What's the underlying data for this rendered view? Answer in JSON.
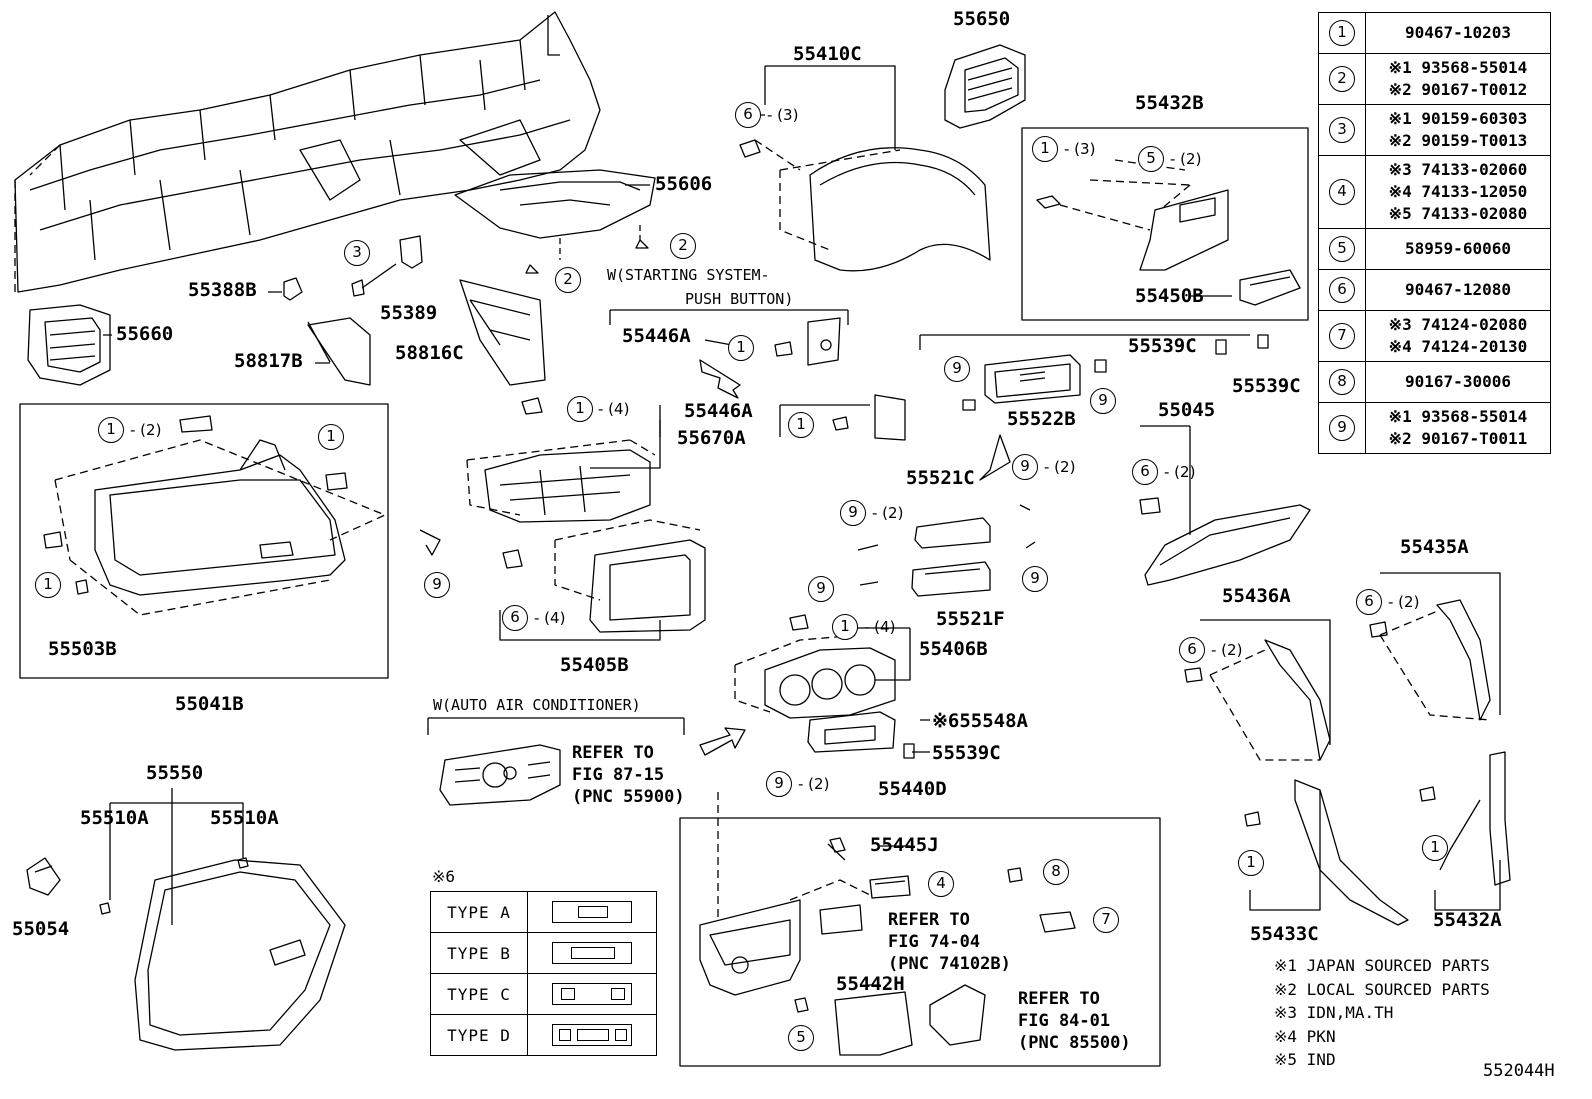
{
  "diagram_code": "552044H",
  "part_labels": {
    "p55650": "55650",
    "p55410C": "55410C",
    "p55432B": "55432B",
    "p55606": "55606",
    "p55388B": "55388B",
    "p55389": "55389",
    "p55660": "55660",
    "p58817B": "58817B",
    "p58816C": "58816C",
    "p55446A_1": "55446A",
    "p55446A_2": "55446A",
    "p55670A": "55670A",
    "p55522B": "55522B",
    "p55539C_1": "55539C",
    "p55539C_2": "55539C",
    "p55450B": "55450B",
    "p55045": "55045",
    "p55521C": "55521C",
    "p55521F": "55521F",
    "p55041B": "55041B",
    "p55503B": "55503B",
    "p55405B": "55405B",
    "p55406B": "55406B",
    "p55548A": "55548A",
    "p55539C_3": "55539C",
    "p55436A": "55436A",
    "p55435A": "55435A",
    "p55550": "55550",
    "p55510A_1": "55510A",
    "p55510A_2": "55510A",
    "p55054": "55054",
    "p55440D": "55440D",
    "p55445J": "55445J",
    "p55442H": "55442H",
    "p55433C": "55433C",
    "p55432A": "55432A"
  },
  "mark_6": "※6",
  "conditions": {
    "starting_system": "W(STARTING SYSTEM-",
    "push_button": "PUSH BUTTON)",
    "auto_ac": "W(AUTO AIR CONDITIONER)"
  },
  "refer_notes": {
    "fig8715": "REFER TO\nFIG 87-15\n(PNC 55900)",
    "fig7404": "REFER TO\nFIG 74-04\n(PNC 74102B)",
    "fig8401": "REFER TO\nFIG 84-01\n(PNC 85500)"
  },
  "quantities": {
    "q3": "- (3)",
    "q2": "- (2)",
    "q4": "- (4)"
  },
  "legend": [
    {
      "key": "1",
      "lines": [
        "90467-10203"
      ]
    },
    {
      "key": "2",
      "lines": [
        "※1 93568-55014",
        "※2 90167-T0012"
      ]
    },
    {
      "key": "3",
      "lines": [
        "※1 90159-60303",
        "※2 90159-T0013"
      ]
    },
    {
      "key": "4",
      "lines": [
        "※3 74133-02060",
        "※4 74133-12050",
        "※5 74133-02080"
      ]
    },
    {
      "key": "5",
      "lines": [
        "58959-60060"
      ]
    },
    {
      "key": "6",
      "lines": [
        "90467-12080"
      ]
    },
    {
      "key": "7",
      "lines": [
        "※3 74124-02080",
        "※4 74124-20130"
      ]
    },
    {
      "key": "8",
      "lines": [
        "90167-30006"
      ]
    },
    {
      "key": "9",
      "lines": [
        "※1 93568-55014",
        "※2 90167-T0011"
      ]
    }
  ],
  "types": [
    {
      "label": "TYPE  A"
    },
    {
      "label": "TYPE  B"
    },
    {
      "label": "TYPE  C"
    },
    {
      "label": "TYPE  D"
    }
  ],
  "footnotes": [
    "※1 JAPAN SOURCED PARTS",
    "※2 LOCAL SOURCED PARTS",
    "※3 IDN,MA.TH",
    "※4 PKN",
    "※5 IND"
  ]
}
